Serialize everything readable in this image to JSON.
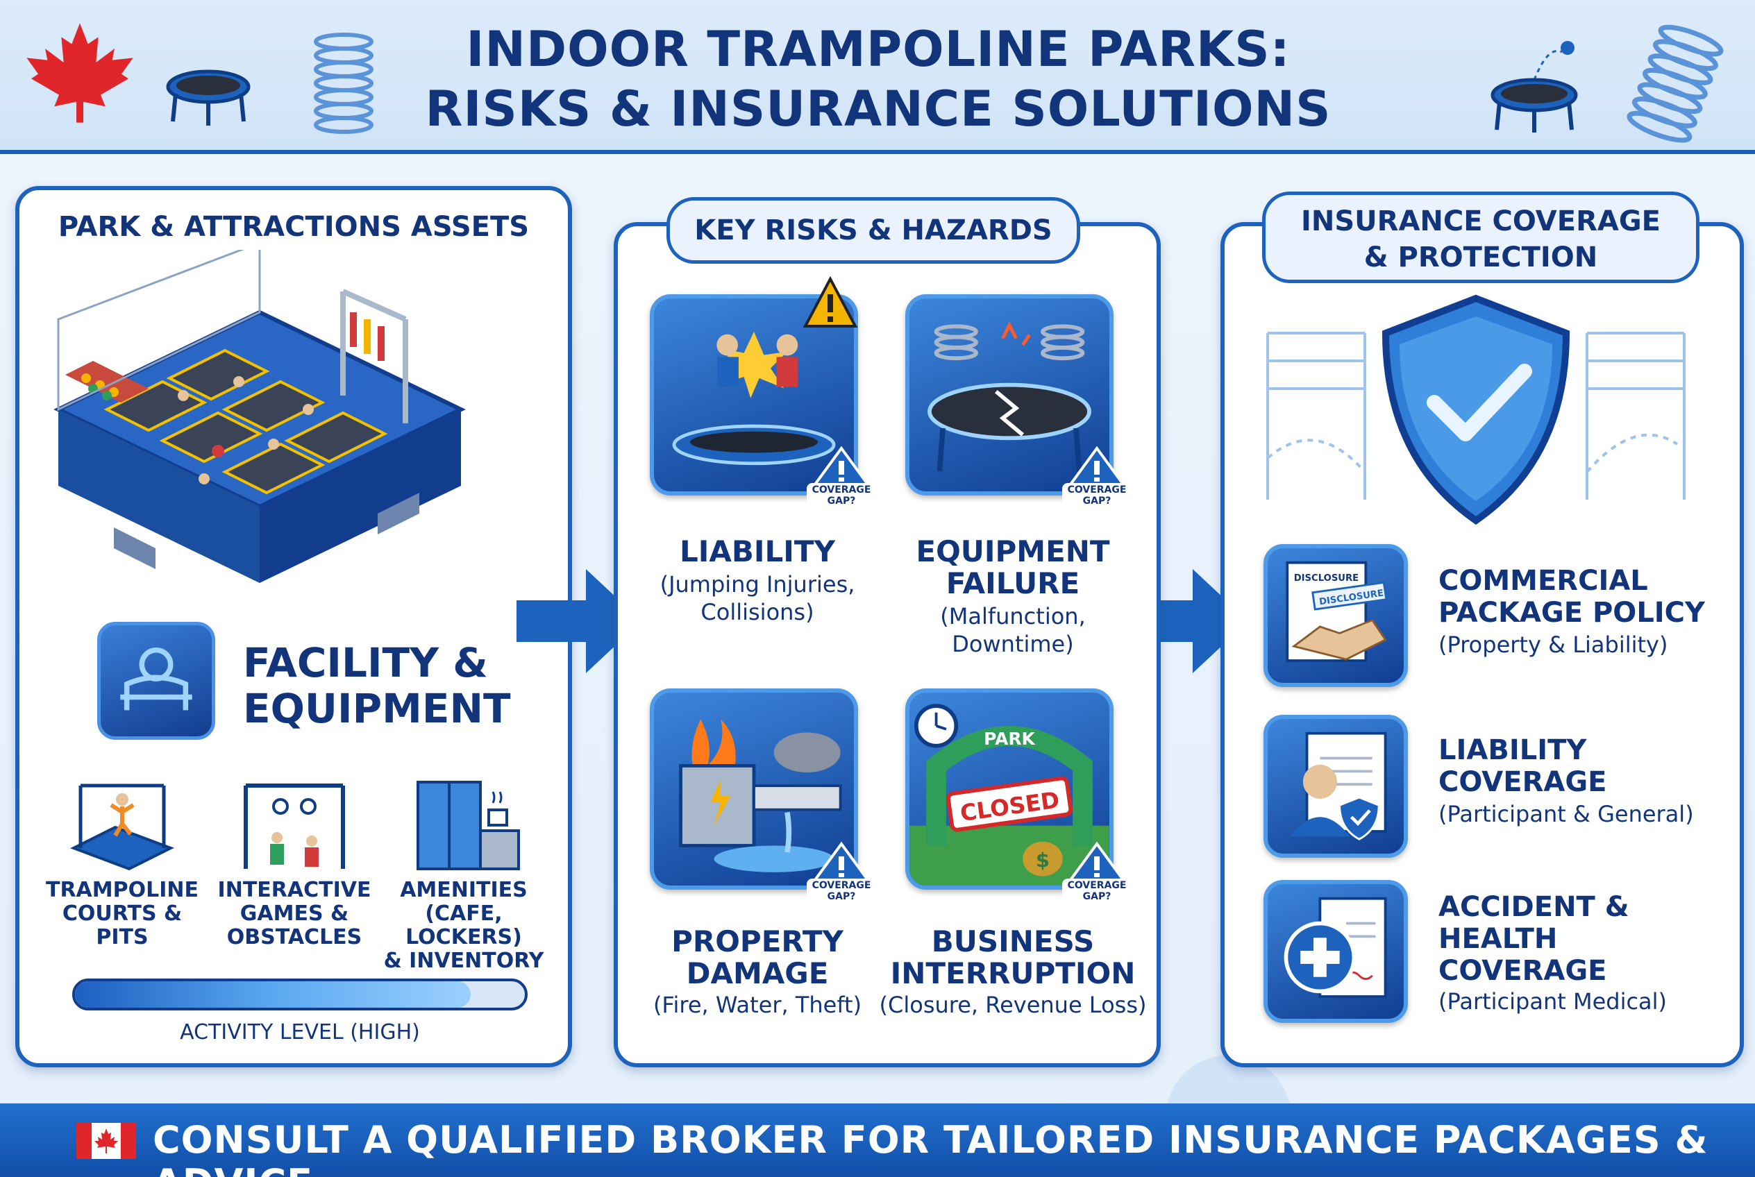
{
  "header": {
    "title_line1": "INDOOR TRAMPOLINE PARKS:",
    "title_line2": "RISKS & INSURANCE SOLUTIONS"
  },
  "assets": {
    "title": "PARK & ATTRACTIONS ASSETS",
    "facility_line1": "FACILITY &",
    "facility_line2": "EQUIPMENT",
    "items": [
      {
        "line1": "TRAMPOLINE",
        "line2": "COURTS & PITS",
        "line3": ""
      },
      {
        "line1": "INTERACTIVE",
        "line2": "GAMES &",
        "line3": "OBSTACLES"
      },
      {
        "line1": "AMENITIES",
        "line2": "(CAFE, LOCKERS)",
        "line3": "& INVENTORY"
      }
    ],
    "activity_label": "ACTIVITY LEVEL (HIGH)",
    "activity_level": 0.88
  },
  "risks": {
    "title": "KEY RISKS & HAZARDS",
    "gap_label_1": "COVERAGE",
    "gap_label_2": "GAP?",
    "cards": [
      {
        "title1": "LIABILITY",
        "title2": "",
        "sub1": "(Jumping Injuries,",
        "sub2": "Collisions)"
      },
      {
        "title1": "EQUIPMENT",
        "title2": "FAILURE",
        "sub1": "(Malfunction,",
        "sub2": "Downtime)"
      },
      {
        "title1": "PROPERTY",
        "title2": "DAMAGE",
        "sub1": "(Fire, Water, Theft)",
        "sub2": ""
      },
      {
        "title1": "BUSINESS",
        "title2": "INTERRUPTION",
        "sub1": "(Closure, Revenue Loss)",
        "sub2": ""
      }
    ],
    "sign_park": "PARK",
    "sign_closed": "CLOSED"
  },
  "insurance": {
    "title_line1": "INSURANCE COVERAGE",
    "title_line2": "& PROTECTION",
    "disclosure": "DISCLOSURE",
    "items": [
      {
        "t1": "COMMERCIAL",
        "t2": "PACKAGE POLICY",
        "t3": "",
        "sub": "(Property & Liability)"
      },
      {
        "t1": "LIABILITY",
        "t2": "COVERAGE",
        "t3": "",
        "sub": "(Participant & General)"
      },
      {
        "t1": "ACCIDENT &",
        "t2": "HEALTH",
        "t3": "COVERAGE",
        "sub": "(Participant Medical)"
      }
    ]
  },
  "footer": {
    "text": "CONSULT A QUALIFIED BROKER FOR TAILORED INSURANCE PACKAGES & ADVICE."
  },
  "colors": {
    "primary": "#1d63bd",
    "navy": "#12347a",
    "red": "#d62828",
    "warning": "#f5b400"
  }
}
